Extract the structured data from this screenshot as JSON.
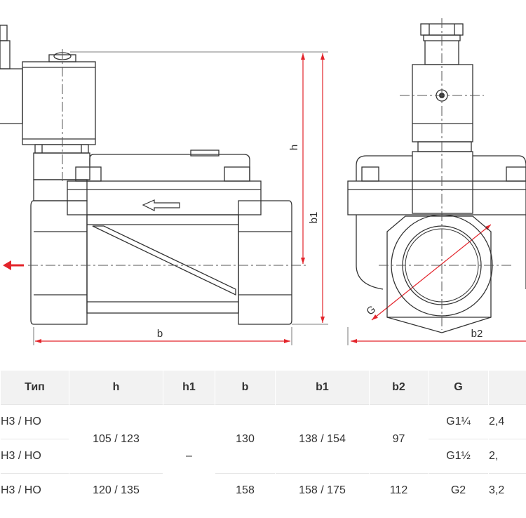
{
  "drawing": {
    "labels": {
      "h": "h",
      "b1": "b1",
      "b": "b",
      "b2": "b2",
      "g": "G"
    },
    "colors": {
      "dimension": "#e3242b",
      "line": "#333333",
      "center": "#555555"
    },
    "icons": [
      "flow-arrow-icon",
      "flow-direction-arrow-icon"
    ]
  },
  "table": {
    "headers": [
      "Тип",
      "h",
      "h1",
      "b",
      "b1",
      "b2",
      "G",
      ""
    ],
    "rows": [
      {
        "type": "Н3 / НО",
        "h": "105 / 123",
        "h1": "–",
        "b": "130",
        "b1": "138 / 154",
        "b2": "97",
        "g": "G1¼",
        "extra": "2,4"
      },
      {
        "type": "Н3 / НО",
        "g": "G1½",
        "extra": "2,"
      },
      {
        "type": "Н3 / НО",
        "h": "120 / 135",
        "b": "158",
        "b1": "158 / 175",
        "b2": "112",
        "g": "G2",
        "extra": "3,2"
      }
    ]
  }
}
